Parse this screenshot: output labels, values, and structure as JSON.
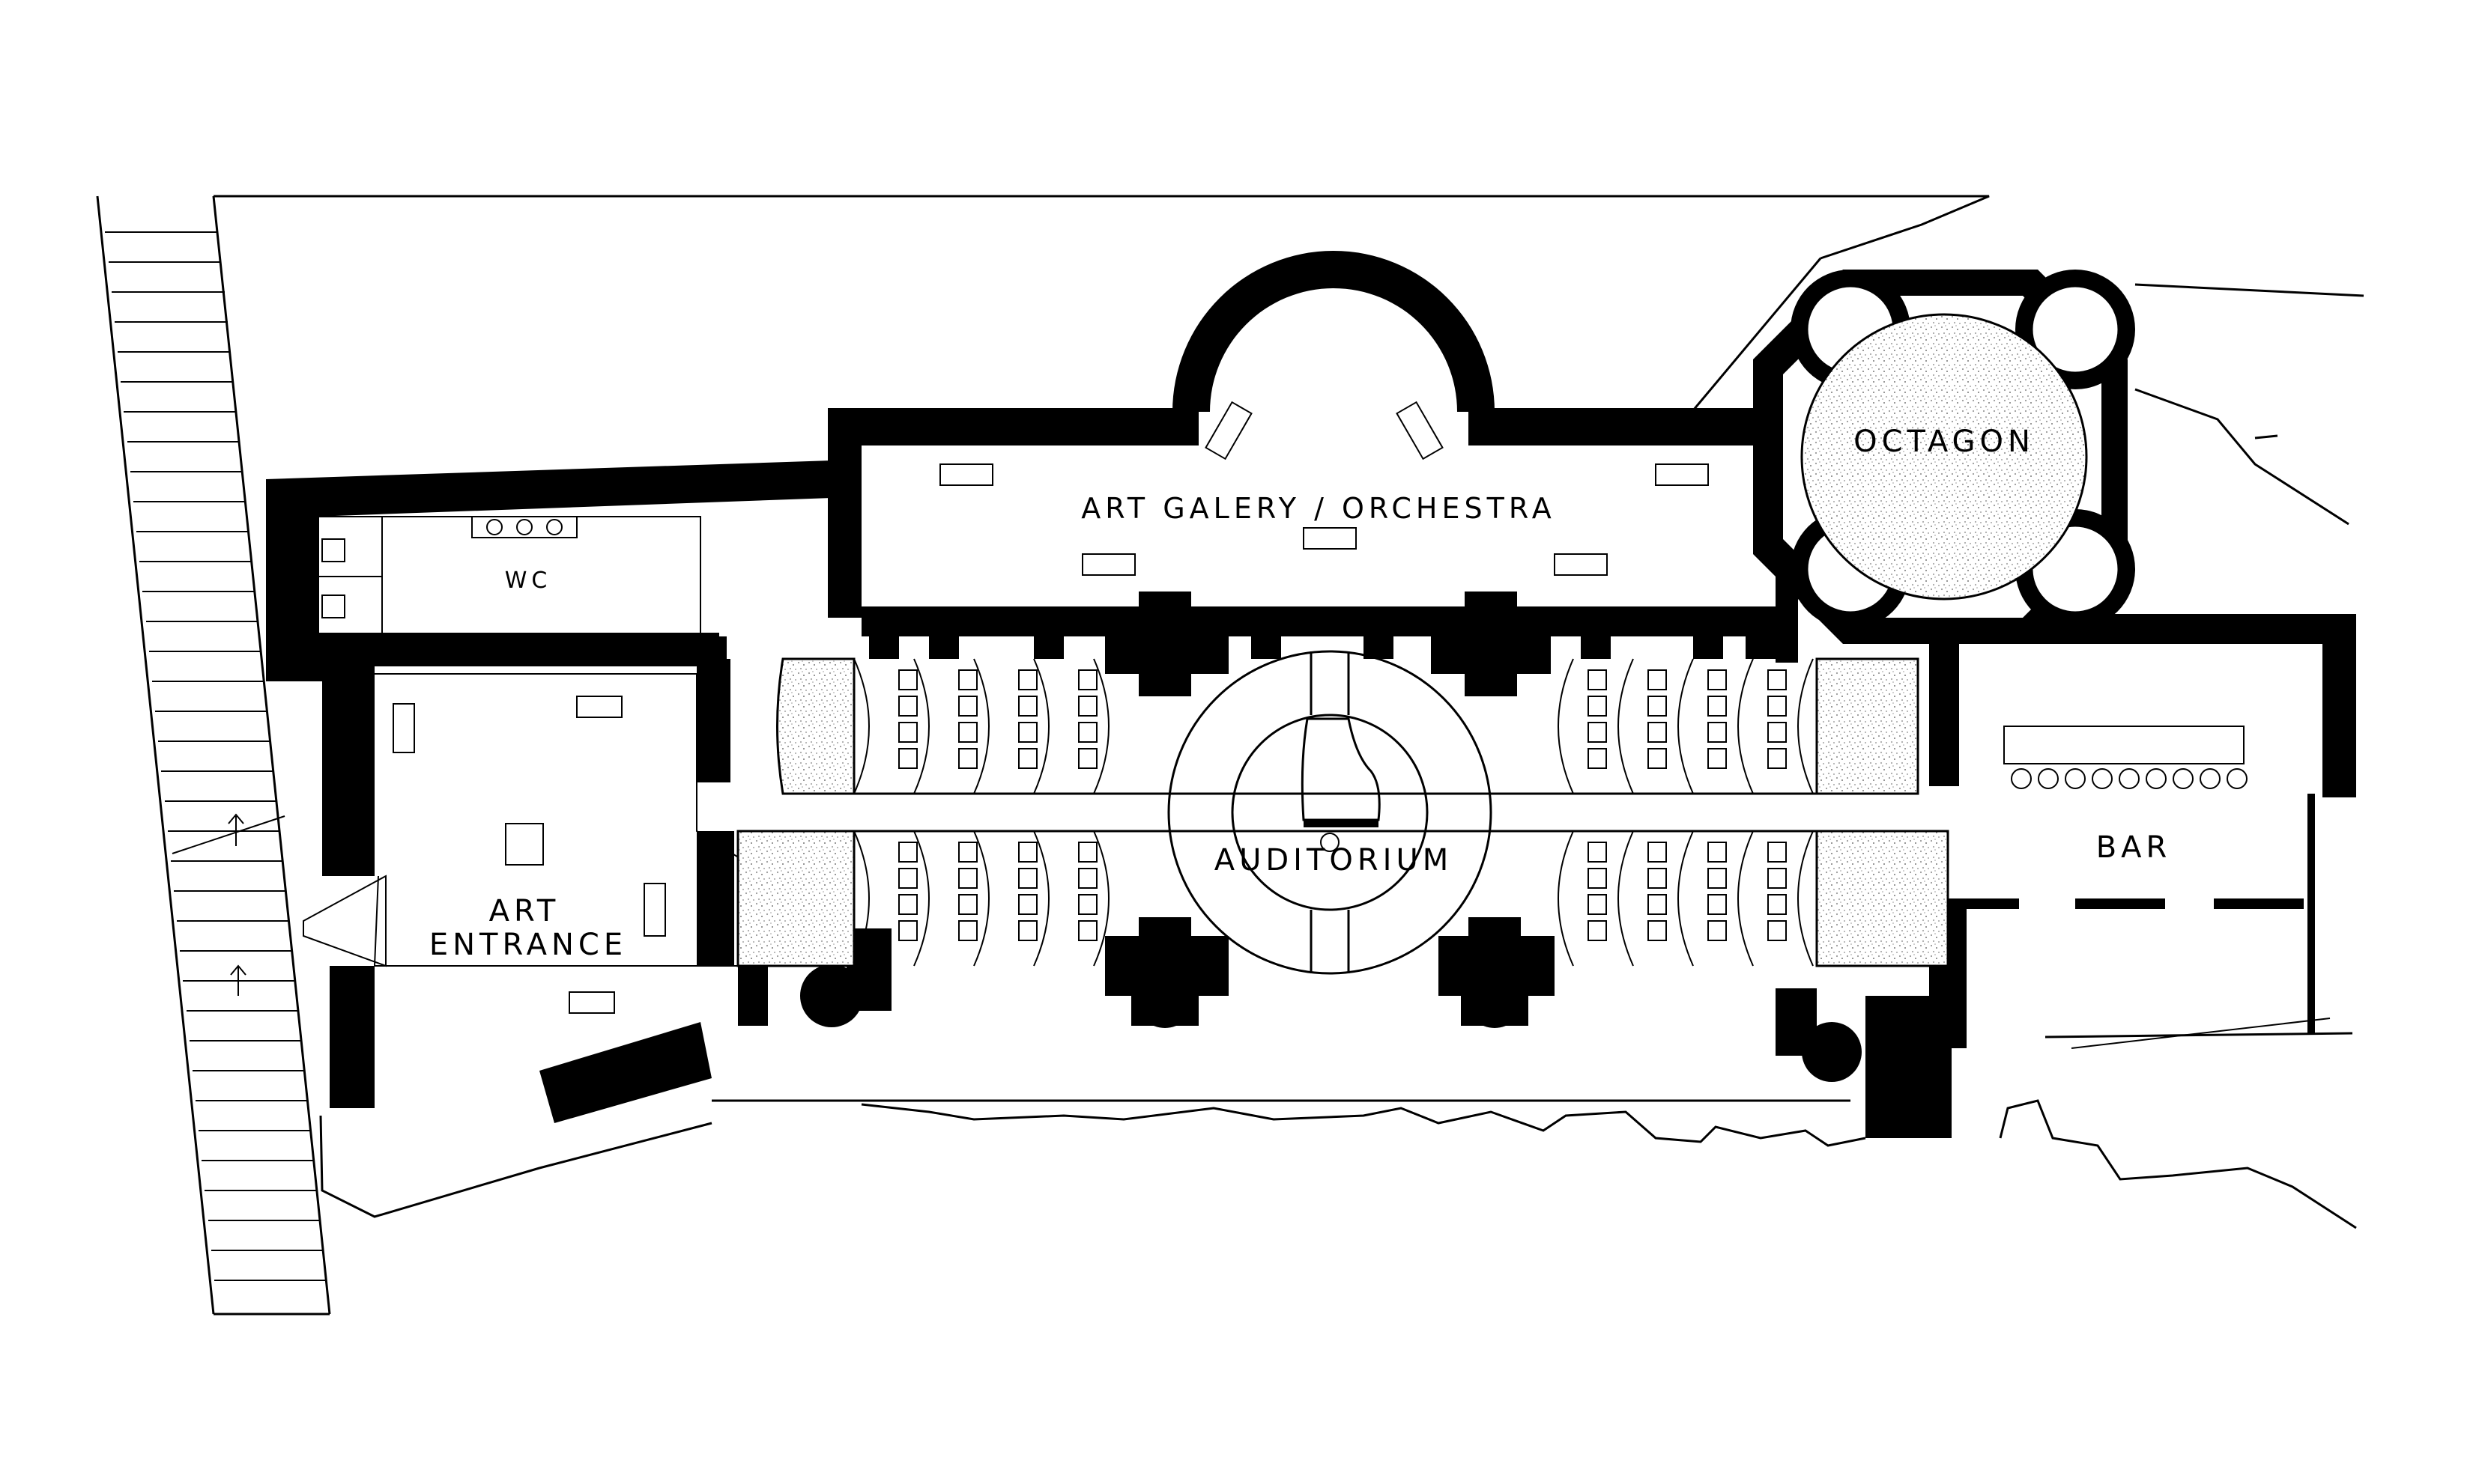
{
  "plan": {
    "rooms": {
      "gallery": "ART GALERY / ORCHESTRA",
      "octagon": "OCTAGON",
      "wc": "WC",
      "entrance_line1": "ART",
      "entrance_line2": "ENTRANCE",
      "auditorium": "AUDITORIUM",
      "bar": "BAR"
    },
    "icons": [
      "grand-piano-icon",
      "artwork-icon",
      "sink-icon",
      "toilet-icon",
      "bar-stool-icon",
      "stair-arrow-icon"
    ],
    "colors": {
      "ink": "#000000",
      "paper": "#ffffff",
      "speckle": "#bdbdbd"
    }
  }
}
